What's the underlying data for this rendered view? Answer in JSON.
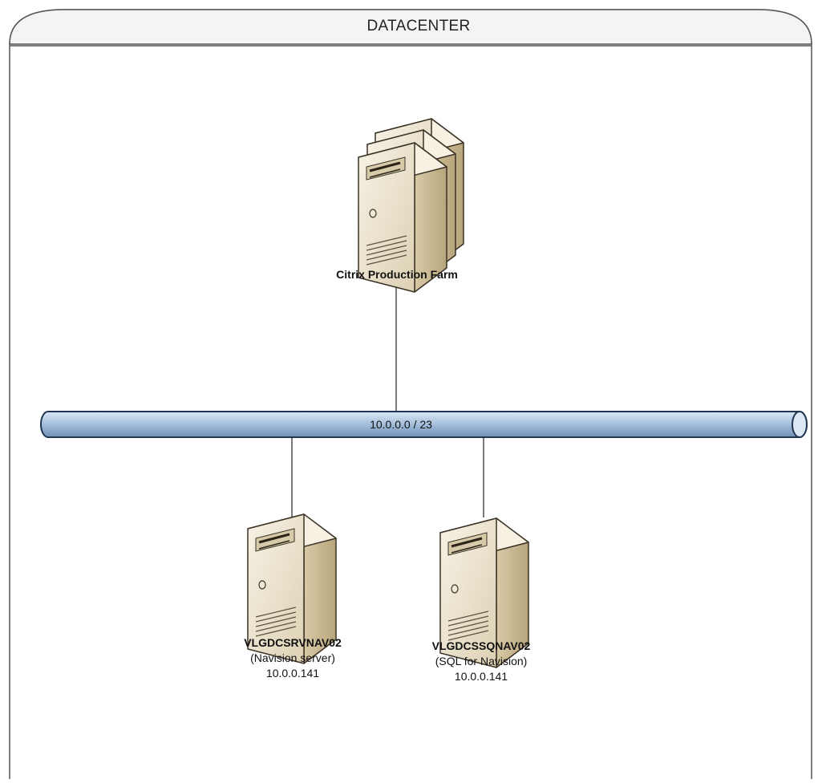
{
  "container": {
    "title": "DATACENTER"
  },
  "network": {
    "label": "10.0.0.0 / 23"
  },
  "nodes": {
    "citrix": {
      "name": "Citrix Production Farm"
    },
    "nav_server": {
      "name": "VLGDCSRVNAV02",
      "role": "(Navision server)",
      "ip": "10.0.0.141"
    },
    "sql_server": {
      "name": "VLGDCSSQNAV02",
      "role": "(SQL for Navision)",
      "ip": "10.0.0.141"
    }
  },
  "colors": {
    "pipe_fill": "#a9c3df",
    "pipe_stroke": "#1f3550",
    "server_face": "#ece4cf",
    "server_side": "#c9b892",
    "server_top": "#f6f1e3",
    "server_outline": "#3a3326"
  }
}
